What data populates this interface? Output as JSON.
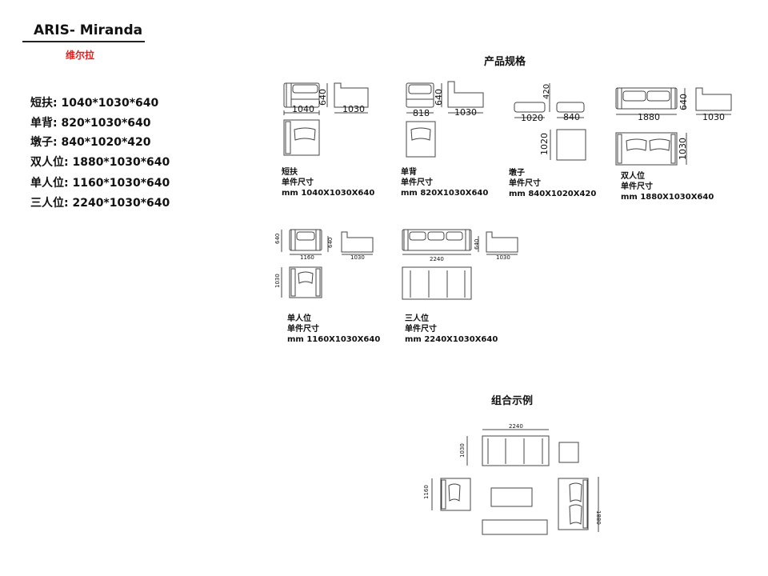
{
  "brand": {
    "title": "ARIS- Miranda",
    "subtitle": "维尔拉"
  },
  "specs": [
    "短扶: 1040*1030*640",
    "单背: 820*1030*640",
    "墩子: 840*1020*420",
    "双人位: 1880*1030*640",
    "单人位: 1160*1030*640",
    "三人位: 2240*1030*640"
  ],
  "sections": {
    "product_specs": "产品规格",
    "combo_example": "组合示例"
  },
  "items": [
    {
      "name": "短扶",
      "label": "单件尺寸",
      "size": "mm 1040X1030X640",
      "dims": [
        "1040",
        "640",
        "1030"
      ]
    },
    {
      "name": "单背",
      "label": "单件尺寸",
      "size": "mm 820X1030X640",
      "dims": [
        "818",
        "640",
        "1030"
      ]
    },
    {
      "name": "墩子",
      "label": "单件尺寸",
      "size": "mm 840X1020X420",
      "dims": [
        "420",
        "1020",
        "840",
        "1020"
      ]
    },
    {
      "name": "双人位",
      "label": "单件尺寸",
      "size": "mm 1880X1030X640",
      "dims": [
        "1880",
        "640",
        "1030",
        "1030"
      ]
    },
    {
      "name": "单人位",
      "label": "单件尺寸",
      "size": "mm 1160X1030X640",
      "dims": [
        "640",
        "1160",
        "640",
        "1030",
        "1030"
      ]
    },
    {
      "name": "三人位",
      "label": "单件尺寸",
      "size": "mm 2240X1030X640",
      "dims": [
        "2240",
        "640",
        "1030"
      ]
    }
  ],
  "combo_dims": [
    "2240",
    "1030",
    "1160",
    "1880"
  ]
}
